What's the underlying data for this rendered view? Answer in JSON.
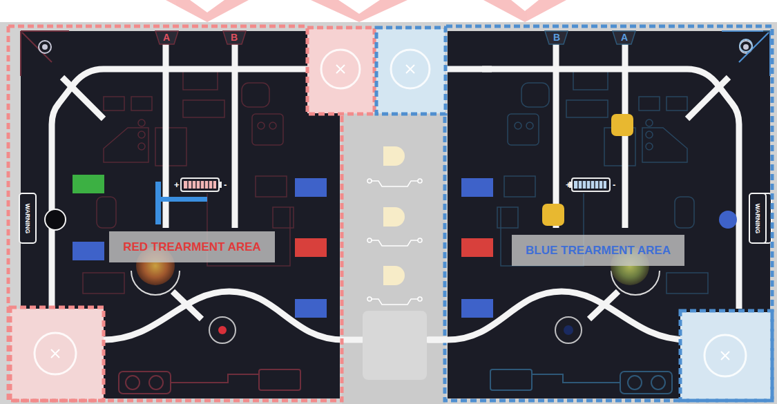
{
  "diagram": {
    "nodes": [
      {
        "text": [
          "RED TREARMENT AREA"
        ]
      },
      {
        "text": [
          "BLUE TREARMENT AREA"
        ]
      }
    ],
    "labels": [
      "A",
      "B",
      "B",
      "A",
      "WARNING",
      "+",
      "-",
      "+",
      "-",
      "WARNING"
    ]
  }
}
